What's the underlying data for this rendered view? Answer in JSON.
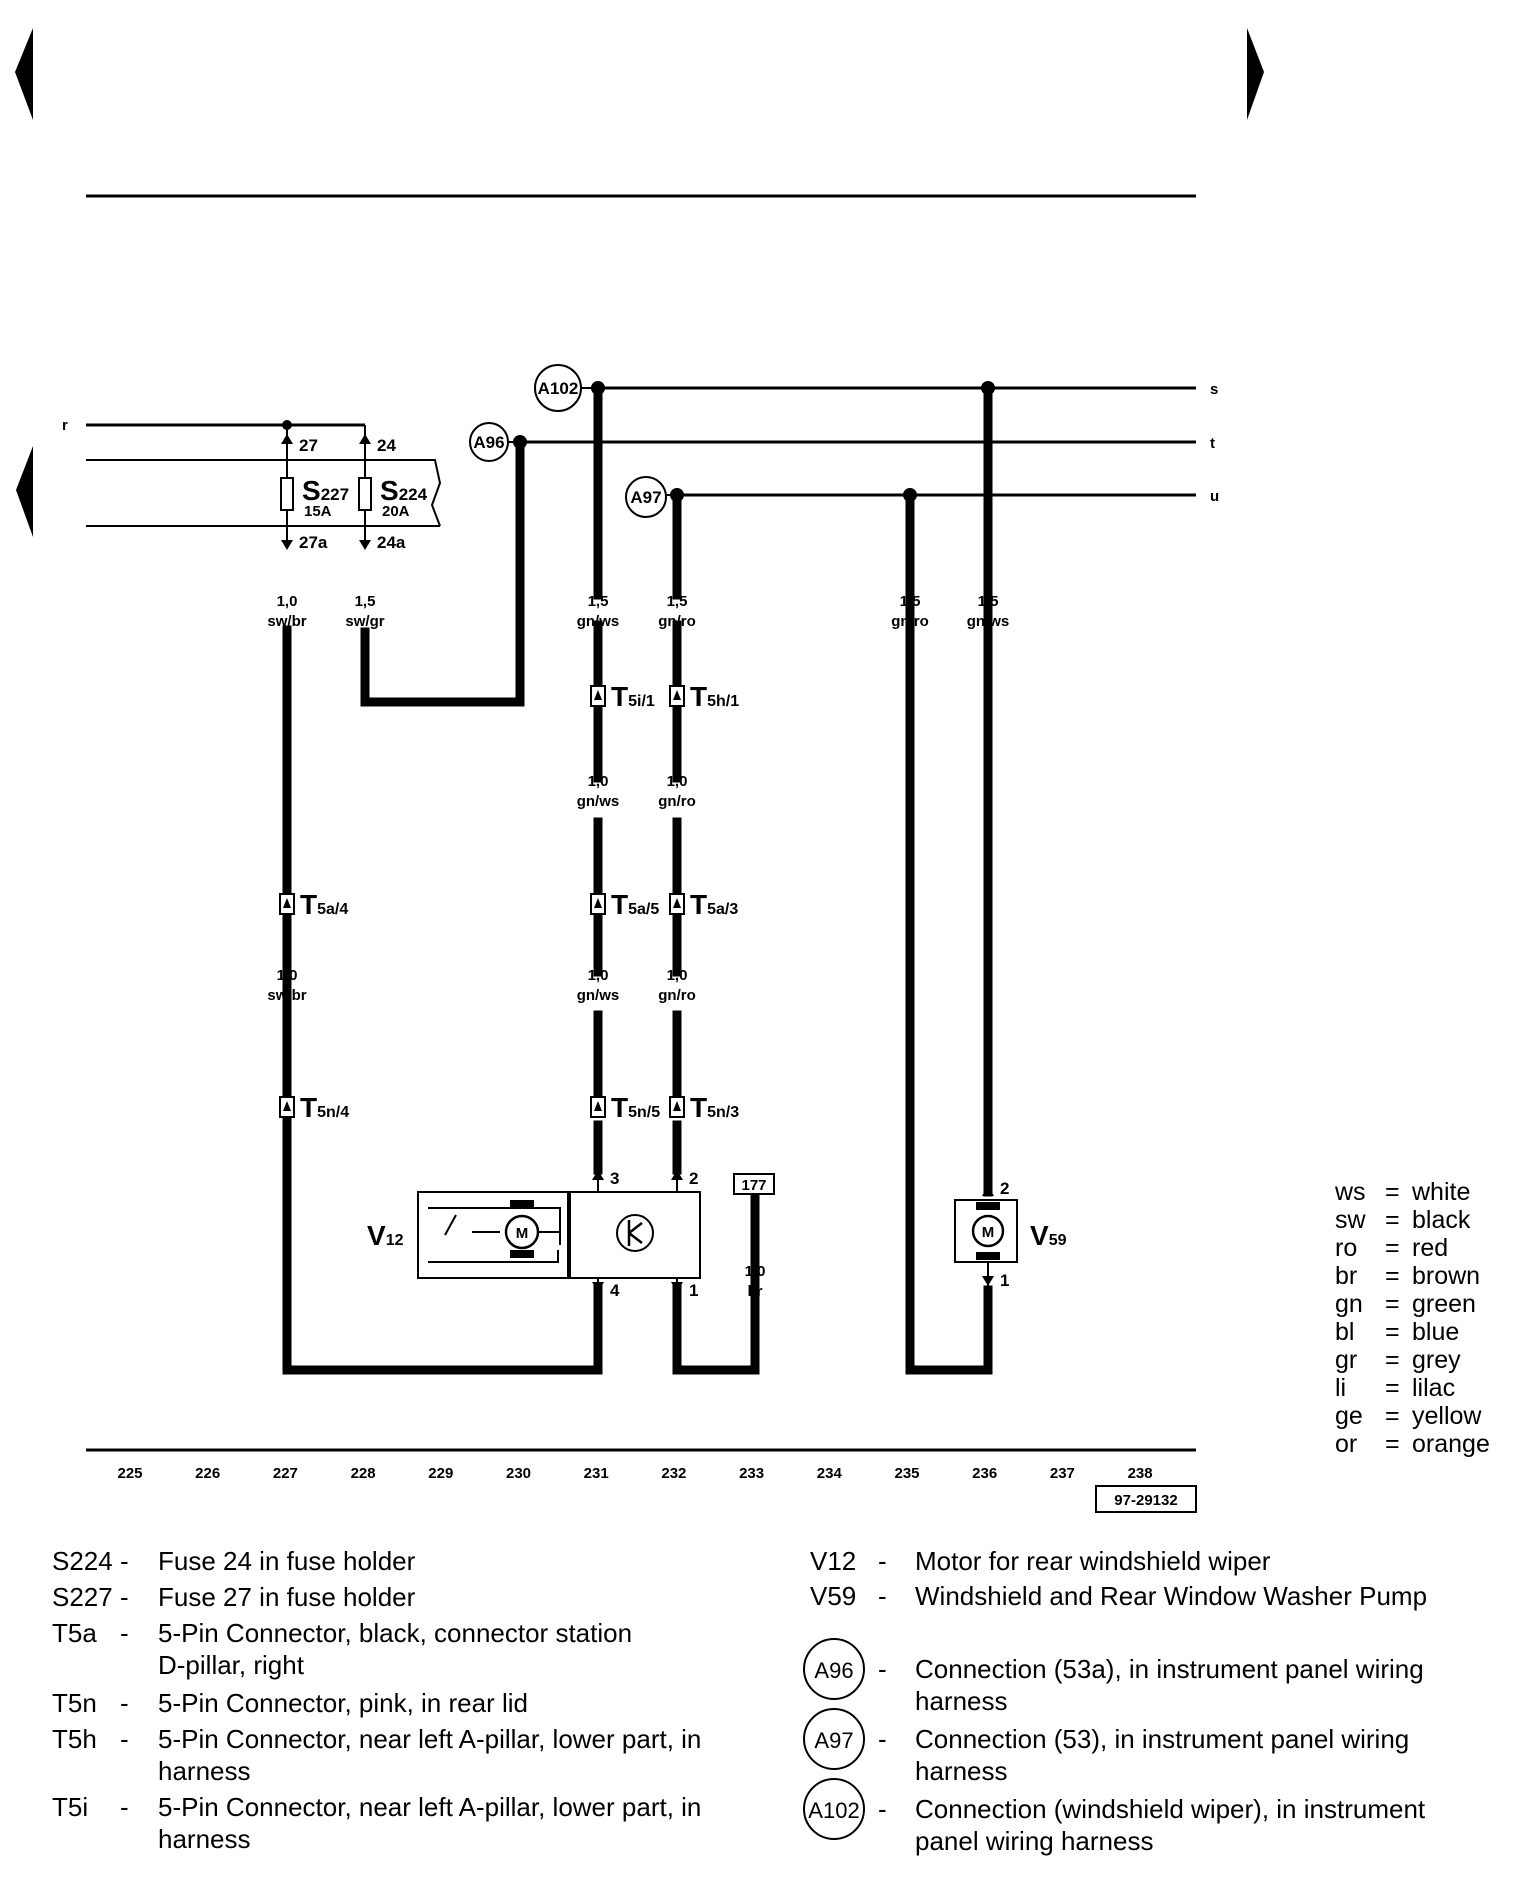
{
  "diagram_id": "97-29132",
  "bus_labels": {
    "r": "r",
    "s": "s",
    "t": "t",
    "u": "u"
  },
  "terminals": {
    "t27": "27",
    "t24": "24",
    "t27a": "27a",
    "t24a": "24a",
    "v12_3": "3",
    "v12_2": "2",
    "v12_4": "4",
    "v12_1": "1",
    "v59_2": "2",
    "v59_1": "1"
  },
  "fuses": {
    "s227": {
      "letter": "S",
      "num": "227",
      "rating": "15A"
    },
    "s224": {
      "letter": "S",
      "num": "224",
      "rating": "20A"
    }
  },
  "wires": {
    "w227_top": {
      "size": "1,0",
      "color": "sw/br"
    },
    "w228": {
      "size": "1,5",
      "color": "sw/gr"
    },
    "w231_top": {
      "size": "1,5",
      "color": "gn/ws"
    },
    "w232_top": {
      "size": "1,5",
      "color": "gn/ro"
    },
    "w235": {
      "size": "1,5",
      "color": "gn/ro"
    },
    "w236": {
      "size": "1,5",
      "color": "gn/ws"
    },
    "w231_mid": {
      "size": "1,0",
      "color": "gn/ws"
    },
    "w232_mid": {
      "size": "1,0",
      "color": "gn/ro"
    },
    "w227_low": {
      "size": "1,0",
      "color": "sw/br"
    },
    "w231_low": {
      "size": "1,0",
      "color": "gn/ws"
    },
    "w232_low": {
      "size": "1,0",
      "color": "gn/ro"
    },
    "w233": {
      "size": "1,0",
      "color": "br"
    }
  },
  "connectors": {
    "t5i1": {
      "letter": "T",
      "sub": "5i/1"
    },
    "t5h1": {
      "letter": "T",
      "sub": "5h/1"
    },
    "t5a4": {
      "letter": "T",
      "sub": "5a/4"
    },
    "t5a5": {
      "letter": "T",
      "sub": "5a/5"
    },
    "t5a3": {
      "letter": "T",
      "sub": "5a/3"
    },
    "t5n4": {
      "letter": "T",
      "sub": "5n/4"
    },
    "t5n5": {
      "letter": "T",
      "sub": "5n/5"
    },
    "t5n3": {
      "letter": "T",
      "sub": "5n/3"
    }
  },
  "connections": {
    "a102": "A102",
    "a96": "A96",
    "a97": "A97"
  },
  "components": {
    "v12": {
      "letter": "V",
      "sub": "12"
    },
    "v59": {
      "letter": "V",
      "sub": "59"
    },
    "motor_symbol": "M",
    "ref_177": "177"
  },
  "tracks": [
    "225",
    "226",
    "227",
    "228",
    "229",
    "230",
    "231",
    "232",
    "233",
    "234",
    "235",
    "236",
    "237",
    "238"
  ],
  "color_legend": [
    {
      "code": "ws",
      "name": "white"
    },
    {
      "code": "sw",
      "name": "black"
    },
    {
      "code": "ro",
      "name": "red"
    },
    {
      "code": "br",
      "name": "brown"
    },
    {
      "code": "gn",
      "name": "green"
    },
    {
      "code": "bl",
      "name": "blue"
    },
    {
      "code": "gr",
      "name": "grey"
    },
    {
      "code": "li",
      "name": "lilac"
    },
    {
      "code": "ge",
      "name": "yellow"
    },
    {
      "code": "or",
      "name": "orange"
    }
  ],
  "descriptions_left": [
    {
      "code": "S224 -",
      "text": [
        "Fuse 24 in fuse holder"
      ]
    },
    {
      "code": "S227 -",
      "text": [
        "Fuse 27 in fuse holder"
      ]
    },
    {
      "code": "T5a",
      "text": [
        "5-Pin Connector, black, connector station",
        "D-pillar, right"
      ]
    },
    {
      "code": "T5n",
      "text": [
        "5-Pin Connector, pink, in rear lid"
      ]
    },
    {
      "code": "T5h",
      "text": [
        "5-Pin Connector, near left A-pillar, lower part, in",
        "harness"
      ]
    },
    {
      "code": "T5i",
      "text": [
        "5-Pin Connector, near left A-pillar, lower part, in",
        "harness"
      ]
    }
  ],
  "descriptions_right": [
    {
      "code": "V12",
      "text": [
        "Motor for rear windshield wiper"
      ]
    },
    {
      "code": "V59",
      "text": [
        "Windshield and Rear Window Washer Pump"
      ]
    },
    {
      "code": "A96",
      "text": [
        "Connection (53a), in instrument panel wiring",
        "harness"
      ]
    },
    {
      "code": "A97",
      "text": [
        "Connection (53), in instrument panel wiring",
        "harness"
      ]
    },
    {
      "code": "A102",
      "text": [
        "Connection (windshield wiper), in instrument",
        "panel wiring harness"
      ]
    }
  ]
}
